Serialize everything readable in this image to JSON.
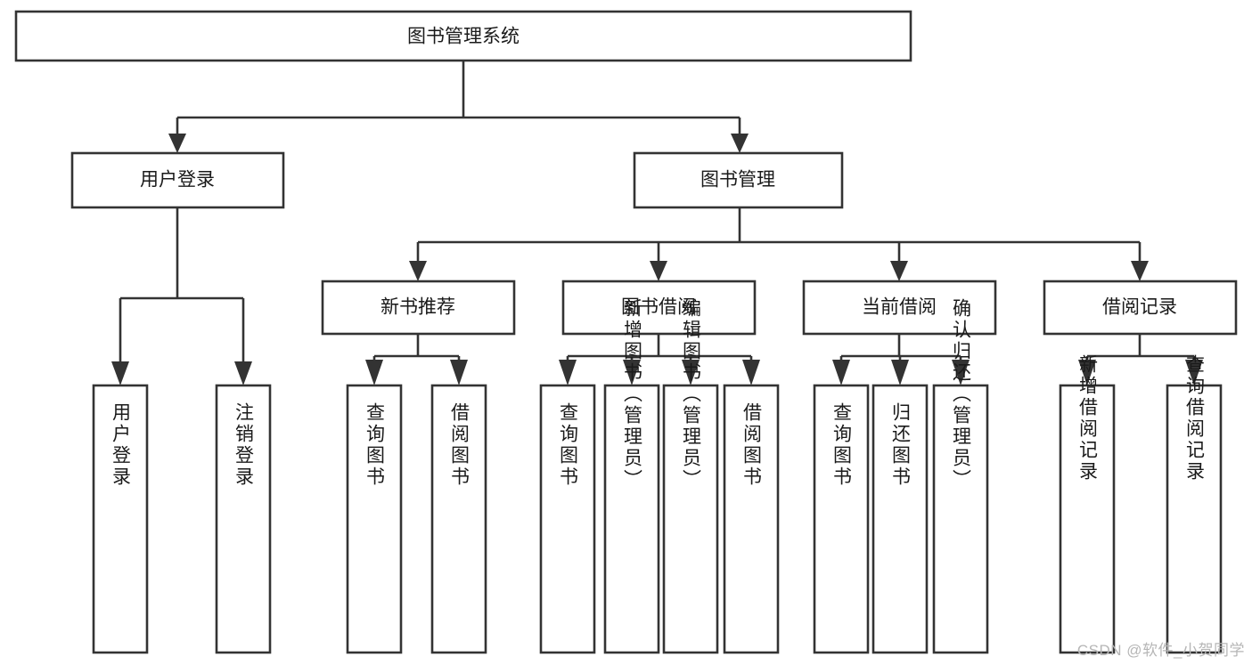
{
  "diagram": {
    "type": "tree-hierarchy-diagram",
    "title": "图书管理系统",
    "watermark": "CSDN @软件_小贺同学",
    "colors": {
      "stroke": "#333333",
      "fill": "#ffffff",
      "text": "#1a1a1a",
      "watermark": "#b6b6b6"
    },
    "levels": {
      "root": {
        "label": "图书管理系统"
      },
      "level1": [
        {
          "label": "用户登录"
        },
        {
          "label": "图书管理"
        }
      ],
      "level2": [
        {
          "label": "新书推荐"
        },
        {
          "label": "图书借阅"
        },
        {
          "label": "当前借阅"
        },
        {
          "label": "借阅记录"
        }
      ],
      "leaves": [
        {
          "label": "用户登录",
          "parent": "用户登录"
        },
        {
          "label": "注销登录",
          "parent": "用户登录"
        },
        {
          "label": "查询图书",
          "parent": "新书推荐"
        },
        {
          "label": "借阅图书",
          "parent": "新书推荐"
        },
        {
          "label": "查询图书",
          "parent": "图书借阅"
        },
        {
          "label": "新增图书（管理员）",
          "parent": "图书借阅"
        },
        {
          "label": "编辑图书（管理员）",
          "parent": "图书借阅"
        },
        {
          "label": "借阅图书",
          "parent": "图书借阅"
        },
        {
          "label": "查询图书",
          "parent": "当前借阅"
        },
        {
          "label": "归还图书",
          "parent": "当前借阅"
        },
        {
          "label": "确认归还（管理员）",
          "parent": "当前借阅"
        },
        {
          "label": "新增借阅记录",
          "parent": "借阅记录"
        },
        {
          "label": "查询借阅记录",
          "parent": "借阅记录"
        }
      ]
    }
  }
}
